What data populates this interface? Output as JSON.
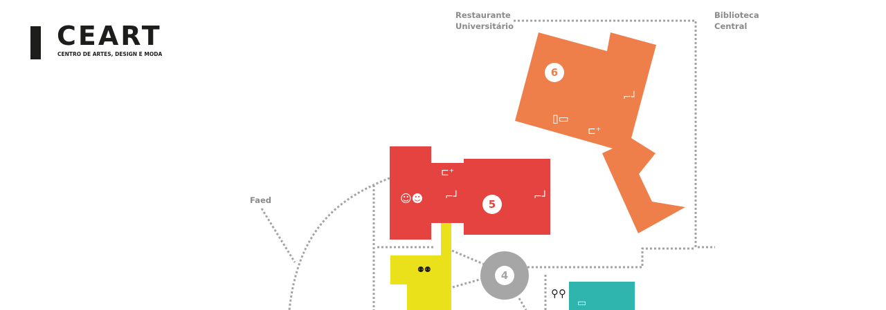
{
  "logo": {
    "word": "CEART",
    "subtitle": "CENTRO DE ARTES, DESIGN E MODA"
  },
  "labels": {
    "restaurante": "Restaurante\nUniversitário",
    "biblioteca": "Biblioteca\nCentral",
    "faed": "Faed"
  },
  "buildings": [
    {
      "number": "6",
      "color": "#ee7f4b"
    },
    {
      "number": "5",
      "color": "#e5433f"
    },
    {
      "number": "4",
      "color": "#a6a6a6"
    },
    {
      "number": "",
      "color": "#ebe11b"
    },
    {
      "number": "",
      "color": "#30b5ae"
    }
  ],
  "icons": [
    "stairs-icon",
    "computer-icon",
    "accessible-restroom-icon",
    "theater-masks-icon",
    "pg-meeting-icon",
    "bicycle-icon"
  ]
}
